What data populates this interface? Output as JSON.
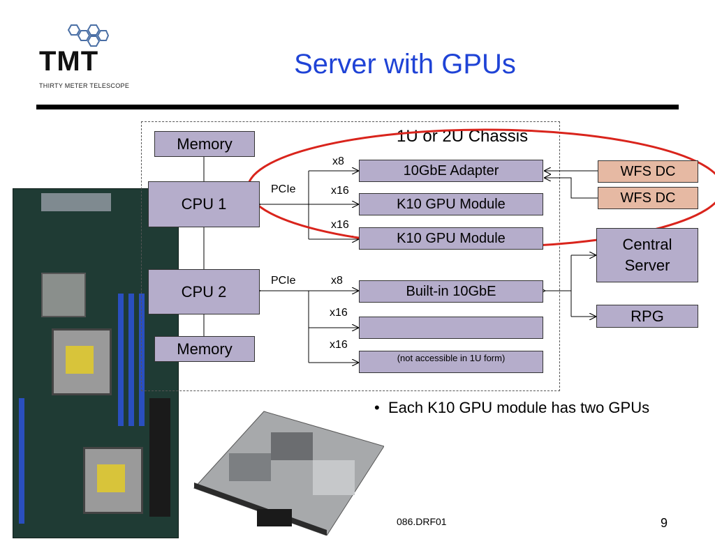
{
  "slide": {
    "title": "Server with GPUs",
    "logo": {
      "name": "TMT",
      "subtitle": "THIRTY METER TELESCOPE"
    },
    "page_number": "9",
    "footer": "086.DRF01"
  },
  "diagram": {
    "chassis_label": "1U or 2U Chassis",
    "memory_top": "Memory",
    "cpu1": "CPU  1",
    "cpu2": "CPU  2",
    "memory_bottom": "Memory",
    "adapter": "10GbE Adapter",
    "gpu1": "K10 GPU Module",
    "gpu2": "K10 GPU Module",
    "builtin": "Built-in 10GbE",
    "empty_slot": "",
    "not_accessible": "(not accessible in 1U form)",
    "wfs1": "WFS DC",
    "wfs2": "WFS DC",
    "central_server": "Central Server",
    "rpg": "RPG",
    "pcie1": "PCIe",
    "pcie2": "PCIe",
    "lanes": {
      "a": "x8",
      "b": "x16",
      "c": "x16",
      "d": "x8",
      "e": "x16",
      "f": "x16"
    },
    "colors": {
      "box": "#b5adcb",
      "wfs": "#e6b9a3",
      "highlight": "#d9241c",
      "title": "#1f43d6"
    }
  },
  "bullets": [
    "Each K10 GPU module has two GPUs"
  ],
  "images": [
    "server motherboard photo",
    "1U server chassis photo"
  ]
}
